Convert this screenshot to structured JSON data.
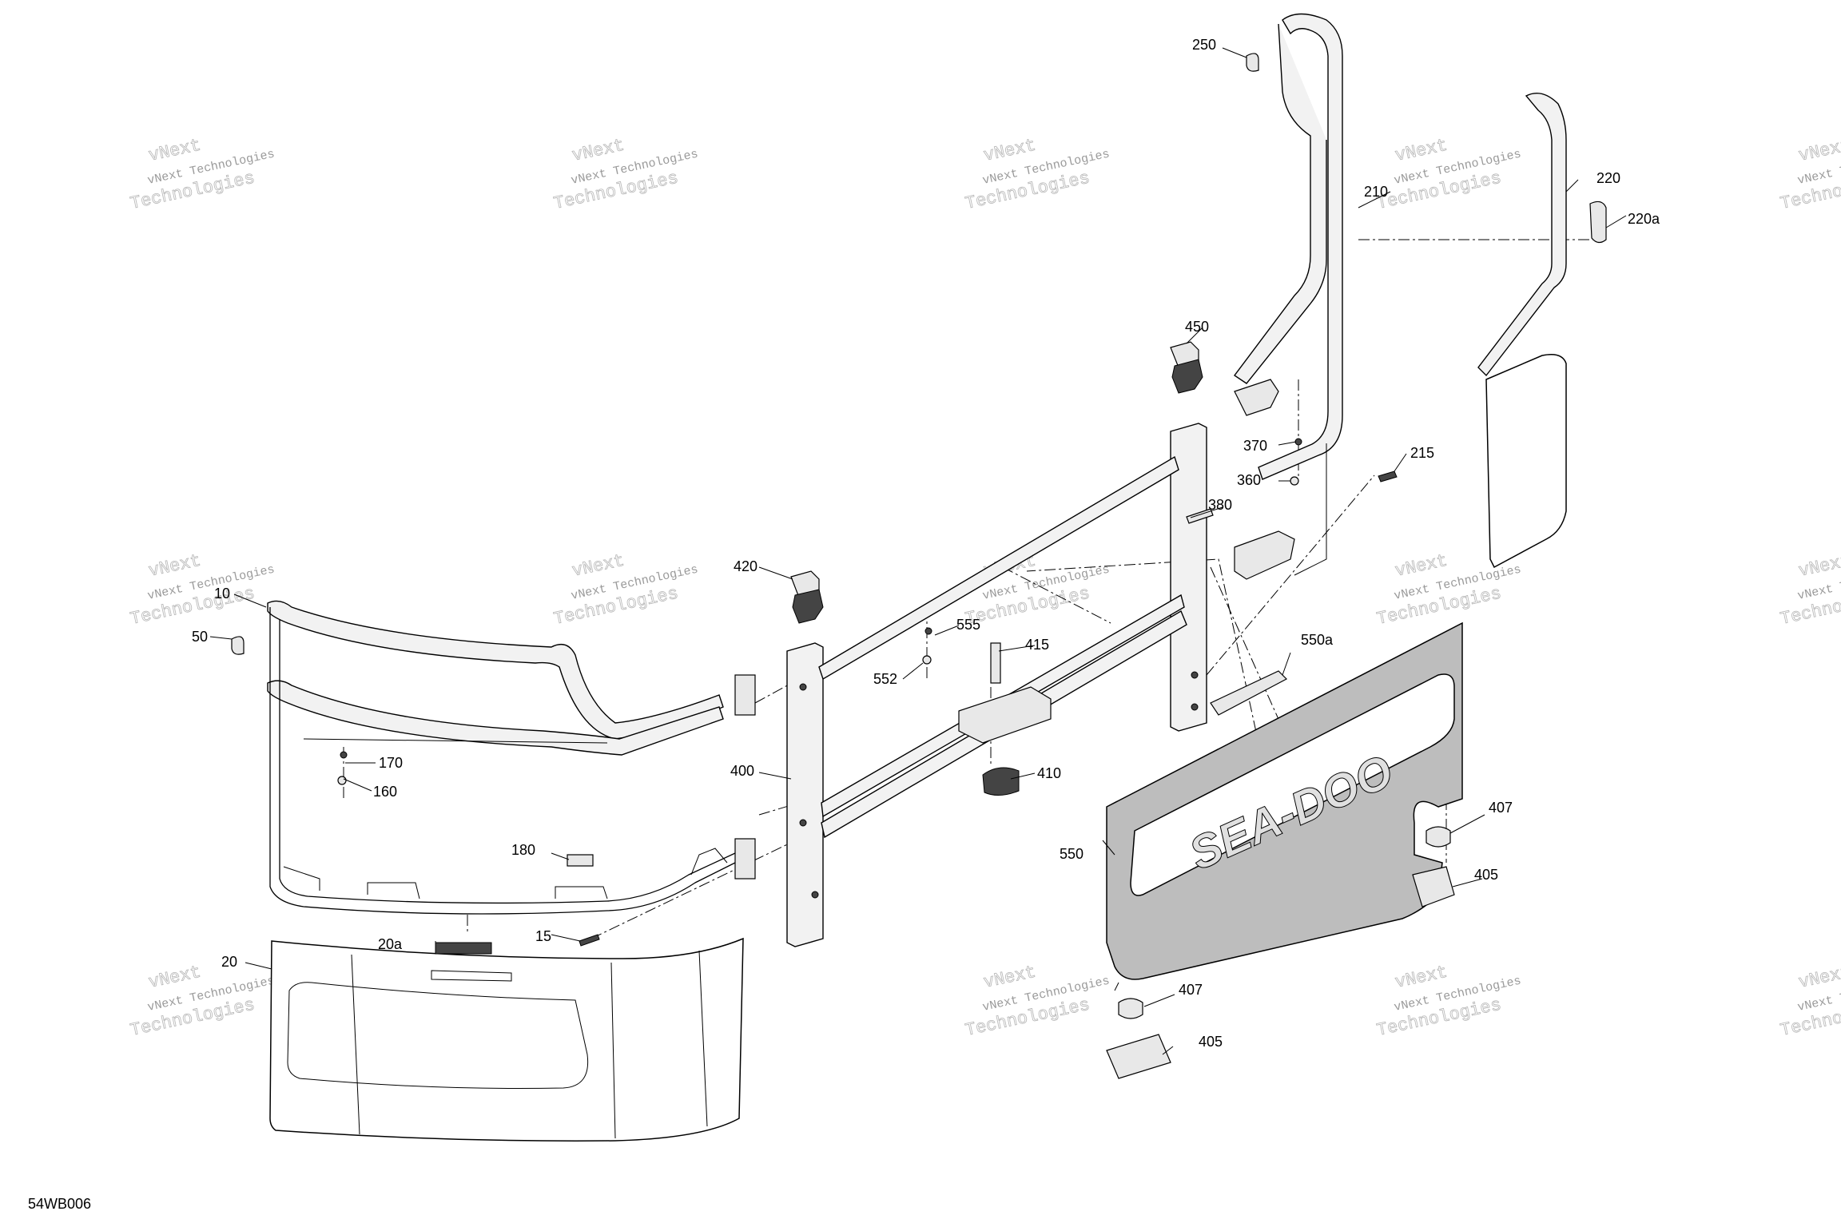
{
  "diagram": {
    "code": "54WB006",
    "watermark": {
      "line1": "vNext Technologies",
      "line2": "Technologies",
      "line3": "vNext"
    },
    "callouts": [
      "10",
      "15",
      "20",
      "20a",
      "50",
      "160",
      "170",
      "180",
      "210",
      "215",
      "220",
      "220a",
      "250",
      "360",
      "370",
      "380",
      "400",
      "405",
      "405",
      "407",
      "407",
      "410",
      "415",
      "420",
      "450",
      "550",
      "550a",
      "552",
      "555"
    ],
    "logo_text": "SEA-DOO"
  }
}
